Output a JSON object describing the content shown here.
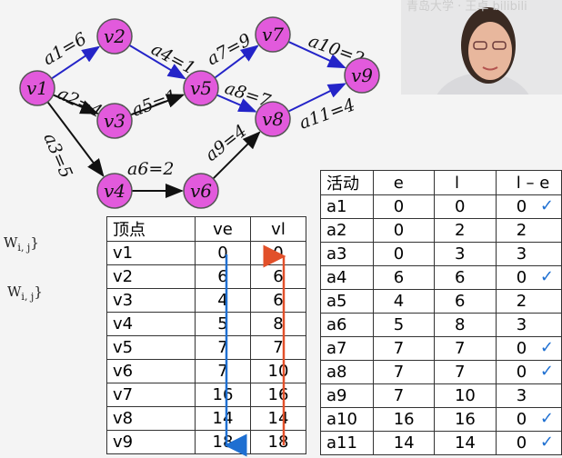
{
  "graph": {
    "nodes": [
      "v1",
      "v2",
      "v3",
      "v4",
      "v5",
      "v6",
      "v7",
      "v8",
      "v9"
    ],
    "edges": [
      {
        "label": "a1=6"
      },
      {
        "label": "a2=4"
      },
      {
        "label": "a3=5"
      },
      {
        "label": "a4=1"
      },
      {
        "label": "a5=1"
      },
      {
        "label": "a6=2"
      },
      {
        "label": "a7=9"
      },
      {
        "label": "a8=7"
      },
      {
        "label": "a9=4"
      },
      {
        "label": "a10=2"
      },
      {
        "label": "a11=4"
      }
    ],
    "colors": {
      "node_fill": "#e25adc",
      "critical_edge": "#2424c8",
      "normal_edge": "#111111"
    }
  },
  "weights": {
    "w1": "W",
    "w1_sub": "i, j",
    "w1_tail": "}",
    "w2": "W",
    "w2_sub": "i, j",
    "w2_tail": "}"
  },
  "webcam": {
    "caption": "青岛大学 · 王卓 bilibili"
  },
  "vertex_table": {
    "headers": [
      "顶点",
      "ve",
      "vl"
    ],
    "rows": [
      [
        "v1",
        "0",
        "0"
      ],
      [
        "v2",
        "6",
        "6"
      ],
      [
        "v3",
        "4",
        "6"
      ],
      [
        "v4",
        "5",
        "8"
      ],
      [
        "v5",
        "7",
        "7"
      ],
      [
        "v6",
        "7",
        "10"
      ],
      [
        "v7",
        "16",
        "16"
      ],
      [
        "v8",
        "14",
        "14"
      ],
      [
        "v9",
        "18",
        "18"
      ]
    ],
    "arrow_colors": {
      "forward": "#1e6fd1",
      "backward": "#e2502a"
    }
  },
  "activity_table": {
    "headers": [
      "活动",
      "e",
      "l",
      "l – e"
    ],
    "check_mark": "✓",
    "rows": [
      {
        "a": "a1",
        "e": "0",
        "l": "0",
        "d": "0",
        "critical": true
      },
      {
        "a": "a2",
        "e": "0",
        "l": "2",
        "d": "2",
        "critical": false
      },
      {
        "a": "a3",
        "e": "0",
        "l": "3",
        "d": "3",
        "critical": false
      },
      {
        "a": "a4",
        "e": "6",
        "l": "6",
        "d": "0",
        "critical": true
      },
      {
        "a": "a5",
        "e": "4",
        "l": "6",
        "d": "2",
        "critical": false
      },
      {
        "a": "a6",
        "e": "5",
        "l": "8",
        "d": "3",
        "critical": false
      },
      {
        "a": "a7",
        "e": "7",
        "l": "7",
        "d": "0",
        "critical": true
      },
      {
        "a": "a8",
        "e": "7",
        "l": "7",
        "d": "0",
        "critical": true
      },
      {
        "a": "a9",
        "e": "7",
        "l": "10",
        "d": "3",
        "critical": false
      },
      {
        "a": "a10",
        "e": "16",
        "l": "16",
        "d": "0",
        "critical": true
      },
      {
        "a": "a11",
        "e": "14",
        "l": "14",
        "d": "0",
        "critical": true
      }
    ]
  }
}
